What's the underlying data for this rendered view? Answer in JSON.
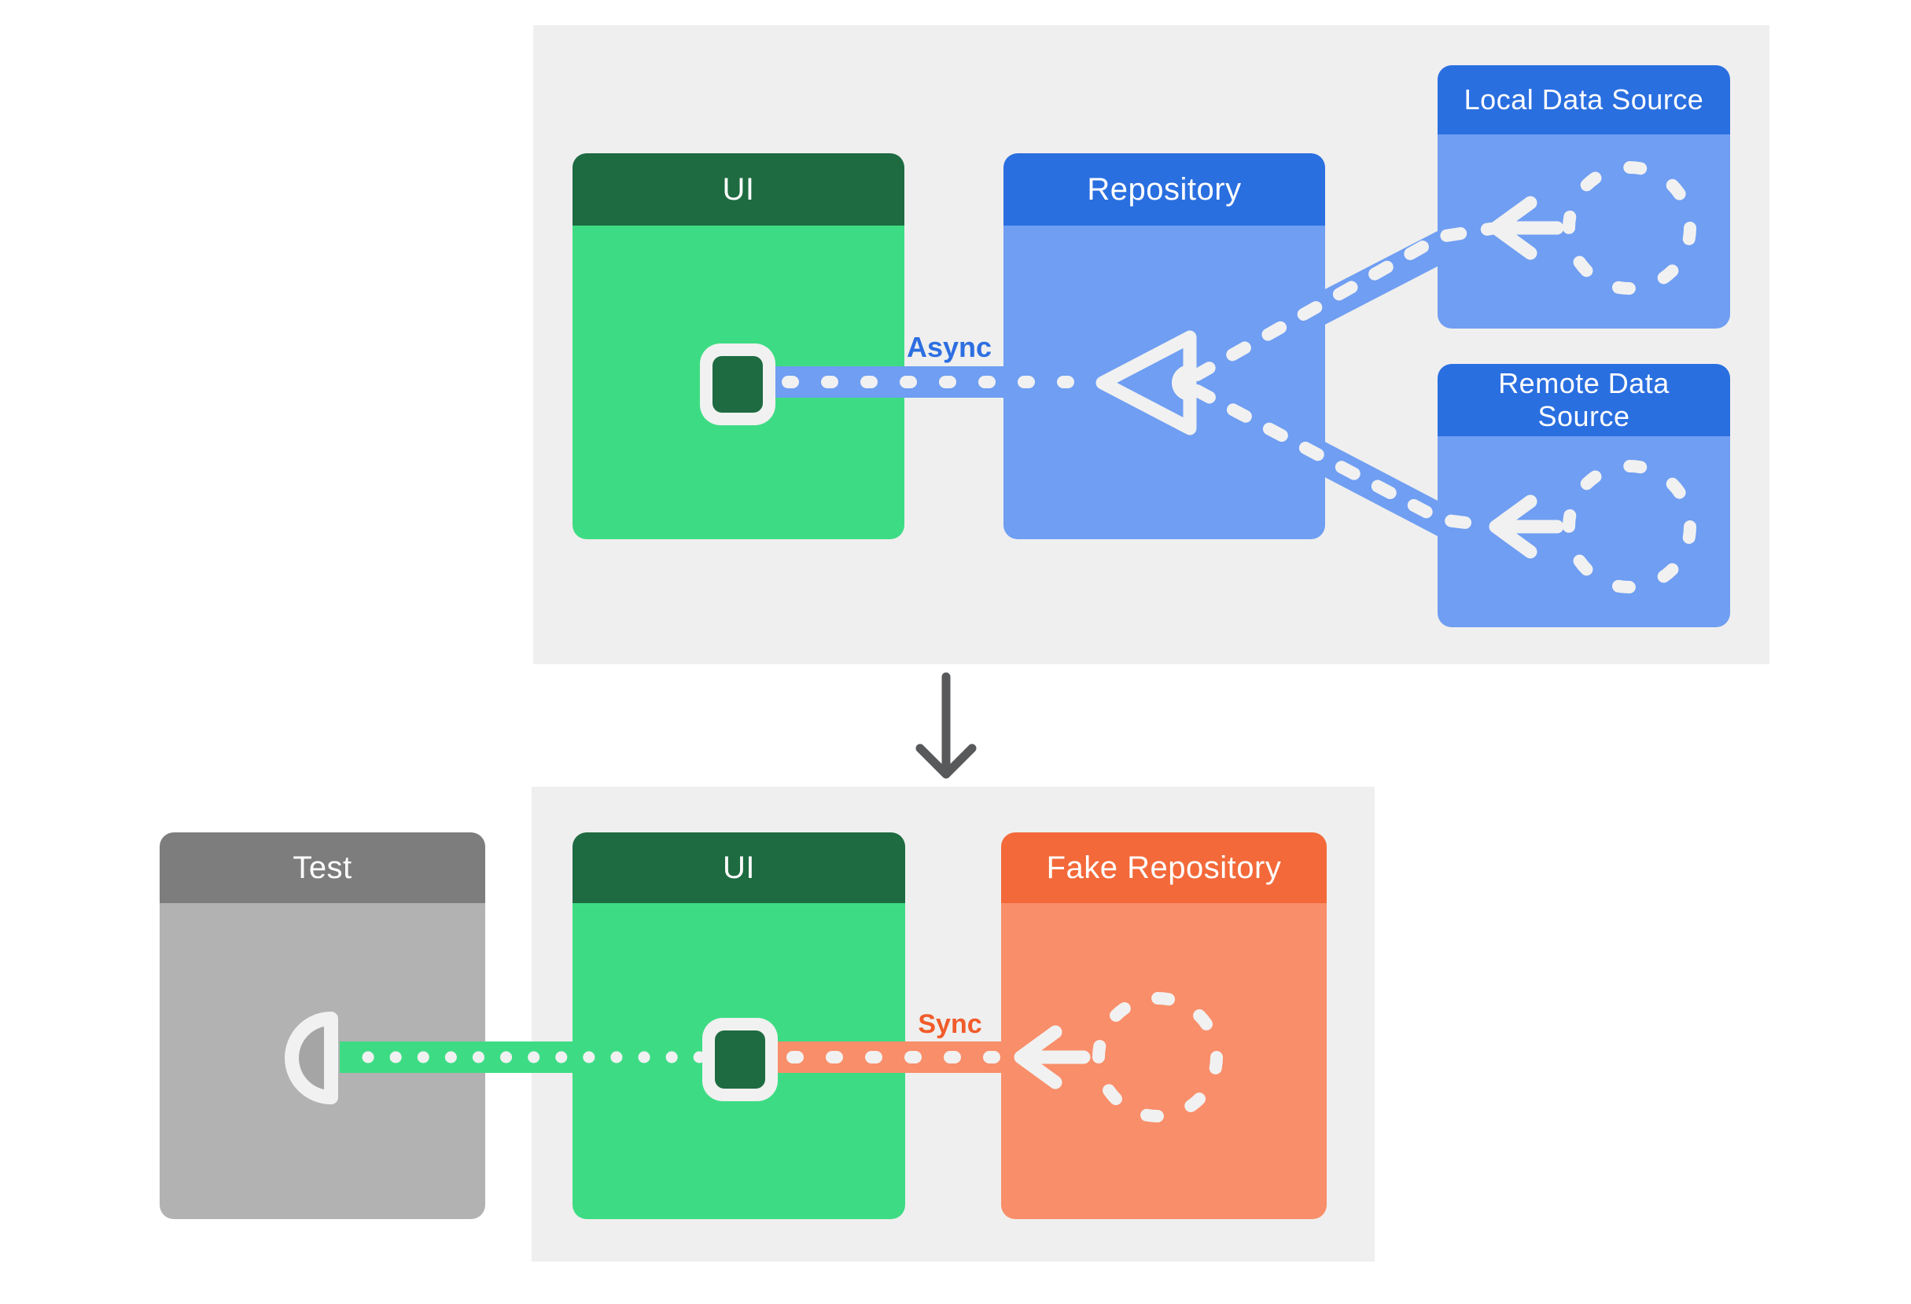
{
  "colors": {
    "page_background": "#ffffff",
    "panel_background": "#efefef",
    "ink": "#f1f1f1",
    "dark_green": "#1e6b41",
    "android_green": "#3ddc84",
    "blue_header": "#2a6fe0",
    "blue_body": "#6f9ef2",
    "gray_header": "#7d7d7d",
    "gray_body": "#b2b2b2",
    "socket_fill": "#a5a5a5",
    "orange_header": "#f3693a",
    "orange_body": "#f98e6a",
    "async_label_color": "#2d6fe1",
    "sync_label_color": "#f15b2a",
    "transition_arrow_color": "#58595b"
  },
  "top_panel": {
    "boxes": {
      "ui": {
        "label": "UI"
      },
      "repository": {
        "label": "Repository"
      },
      "local_data_source": {
        "label": "Local Data Source"
      },
      "remote_data_source": {
        "label": "Remote Data Source"
      }
    },
    "connection": {
      "label": "Async"
    }
  },
  "bottom_panel": {
    "boxes": {
      "test": {
        "label": "Test"
      },
      "ui": {
        "label": "UI"
      },
      "fake_repository": {
        "label": "Fake Repository"
      }
    },
    "connection": {
      "label": "Sync"
    }
  },
  "icons": {
    "merge_triangle": "merge-triangle-icon",
    "data_source": "dashed-circle-icon",
    "direction": "left-arrow-icon",
    "ui_component": "ui-square-icon",
    "test_socket": "socket-icon",
    "transition": "down-arrow-icon"
  }
}
